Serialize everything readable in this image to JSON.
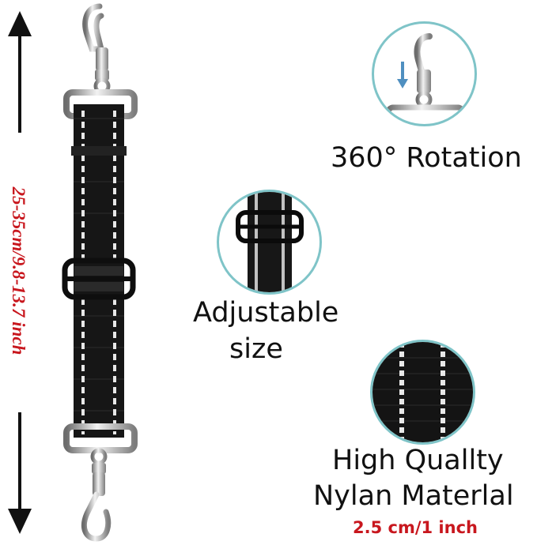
{
  "dimension": {
    "label": "25-35cm/9.8-13.7 inch"
  },
  "features": {
    "rotation": {
      "label": "360° Rotation",
      "icon": "snap-hook-rotation-icon"
    },
    "adjustable": {
      "line1": "Adjustable",
      "line2": "size",
      "icon": "slider-buckle-icon"
    },
    "material": {
      "line1": "High Quallty",
      "line2": "Nylan Materlal",
      "spec": "2.5 cm/1 inch",
      "icon": "nylan-webbing-icon"
    }
  },
  "colors": {
    "accent_red": "#c8171e",
    "circle_border": "#7fc4c8",
    "strap": "#161616",
    "reflective": "#e8e8e8"
  }
}
